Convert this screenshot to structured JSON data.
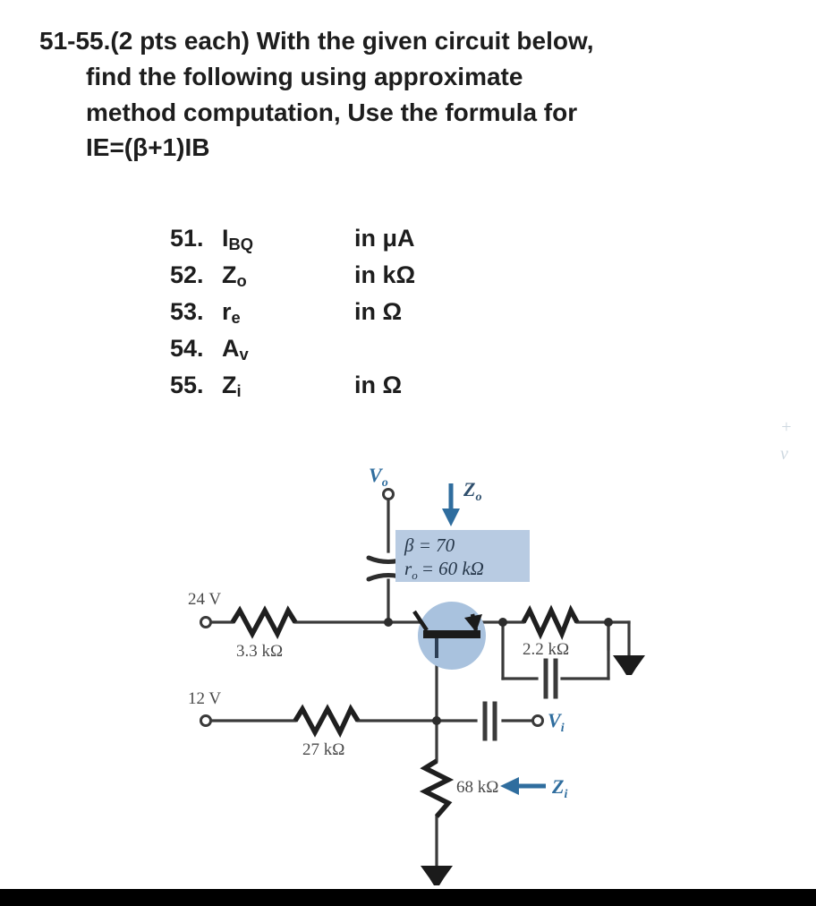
{
  "page": {
    "background": "#ffffff",
    "bottom_bar_color": "#000000"
  },
  "question": {
    "lines": [
      "51-55.(2 pts each) With the given circuit below,",
      "find the following using approximate",
      "method computation, Use the formula for",
      "IE=(β+1)IB"
    ],
    "line1": "51-55.(2 pts each) With the given circuit below,",
    "line2": "find the following using approximate",
    "line3": "method computation, Use the formula for",
    "line4": "IE=(β+1)IB"
  },
  "sub_items": [
    {
      "number": "51.",
      "symbol": "I",
      "subscript": "BQ",
      "unit": "in μA"
    },
    {
      "number": "52.",
      "symbol": "Z",
      "subscript": "o",
      "unit": "in kΩ"
    },
    {
      "number": "53.",
      "symbol": "r",
      "subscript": "e",
      "unit": "in Ω"
    },
    {
      "number": "54.",
      "symbol": "A",
      "subscript": "v",
      "unit": ""
    },
    {
      "number": "55.",
      "symbol": "Z",
      "subscript": "i",
      "unit": "in Ω"
    }
  ],
  "circuit": {
    "title_labels": {
      "vo": "V",
      "vo_sub": "o",
      "zo": "Z",
      "zo_sub": "o",
      "vi": "V",
      "vi_sub": "i",
      "zi": "Z",
      "zi_sub": "i"
    },
    "param_box": {
      "beta": "β = 70",
      "ro": "r",
      "ro_sub": "o",
      "ro_value": "= 60 kΩ",
      "fill": "#b8cbe2"
    },
    "sources": [
      {
        "name": "collector-supply",
        "label": "24 V"
      },
      {
        "name": "base-supply",
        "label": "12 V"
      }
    ],
    "resistors": [
      {
        "name": "rc",
        "label": "3.3 kΩ"
      },
      {
        "name": "rb",
        "label": "27 kΩ"
      },
      {
        "name": "re-series",
        "label": "2.2 kΩ"
      },
      {
        "name": "re-emitter",
        "label": "68 kΩ"
      }
    ],
    "colors": {
      "wire": "#3a3a3a",
      "accent_blue": "#2f6d9e",
      "transistor_fill": "#a9c2de",
      "label_text": "#4a4a4a"
    }
  },
  "edge_artifact": {
    "mark1": "+",
    "mark2": "v"
  }
}
